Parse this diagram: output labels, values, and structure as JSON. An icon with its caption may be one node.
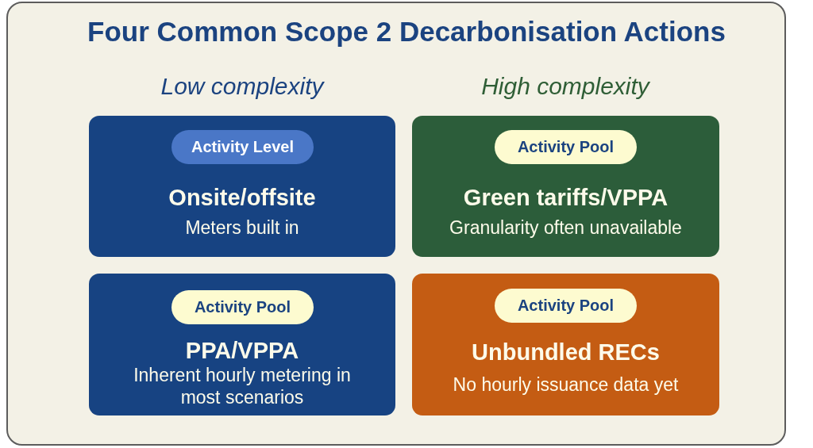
{
  "diagram": {
    "title": "Four Common Scope 2 Decarbonisation Actions",
    "nodes": [
      {
        "text": [
          "Onsite/offsite",
          "Meters built in"
        ]
      },
      {
        "text": [
          "Activity Level"
        ],
        "in": 0
      },
      {
        "text": [
          "Green tariffs/VPPA",
          "Granularity often unavailable"
        ]
      },
      {
        "text": [
          "Activity Pool"
        ],
        "in": 2
      },
      {
        "text": [
          "PPA/VPPA",
          "Inherent hourly metering in most scenarios"
        ]
      },
      {
        "text": [
          "Activity Pool"
        ],
        "in": 4
      },
      {
        "text": [
          "Unbundled RECs",
          "No hourly issuance data yet"
        ]
      },
      {
        "text": [
          "Activity Pool"
        ],
        "in": 6
      }
    ],
    "labels": [
      "Low complexity",
      "High complexity"
    ]
  }
}
